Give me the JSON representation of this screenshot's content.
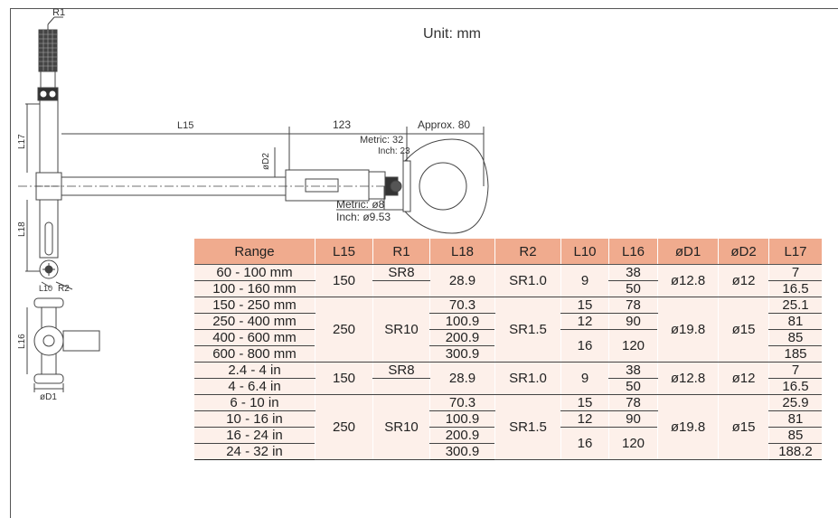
{
  "unit_label": "Unit: mm",
  "drawing": {
    "labels": {
      "r1": "R1",
      "r2": "R2",
      "l15": "L15",
      "l17": "L17",
      "l18": "L18",
      "l16": "L16",
      "l10": "L10",
      "d1": "øD1",
      "d2": "øD2",
      "dim_123": "123",
      "approx_80": "Approx. 80",
      "metric_32": "Metric: 32",
      "inch_23": "Inch: 23",
      "metric_d8": "Metric: ø8",
      "inch_d953": "Inch: ø9.53"
    }
  },
  "table": {
    "headers": [
      "Range",
      "L15",
      "R1",
      "L18",
      "R2",
      "L10",
      "L16",
      "øD1",
      "øD2",
      "L17"
    ],
    "rows": [
      {
        "range": "60 - 100 mm",
        "l15": "150",
        "r1": "SR8",
        "l18": "28.9",
        "r2": "SR1.0",
        "l10": "9",
        "l16": "38",
        "d1": "ø12.8",
        "d2": "ø12",
        "l17": "7"
      },
      {
        "range": "100 - 160 mm",
        "l16": "50",
        "l17": "16.5"
      },
      {
        "range": "150 - 250 mm",
        "l15": "250",
        "r1": "SR10",
        "l18": "70.3",
        "r2": "SR1.5",
        "l10": "15",
        "l16": "78",
        "d1": "ø19.8",
        "d2": "ø15",
        "l17": "25.1"
      },
      {
        "range": "250 - 400 mm",
        "l18": "100.9",
        "l10": "12",
        "l16": "90",
        "l17": "81"
      },
      {
        "range": "400 - 600 mm",
        "l18": "200.9",
        "l10": "16",
        "l16": "120",
        "l17": "85"
      },
      {
        "range": "600 - 800 mm",
        "l18": "300.9",
        "l17": "185"
      },
      {
        "range": "2.4 - 4 in",
        "l15": "150",
        "r1": "SR8",
        "l18": "28.9",
        "r2": "SR1.0",
        "l10": "9",
        "l16": "38",
        "d1": "ø12.8",
        "d2": "ø12",
        "l17": "7"
      },
      {
        "range": "4 - 6.4 in",
        "l16": "50",
        "l17": "16.5"
      },
      {
        "range": "6 - 10 in",
        "l15": "250",
        "r1": "SR10",
        "l18": "70.3",
        "r2": "SR1.5",
        "l10": "15",
        "l16": "78",
        "d1": "ø19.8",
        "d2": "ø15",
        "l17": "25.9"
      },
      {
        "range": "10 - 16 in",
        "l18": "100.9",
        "l10": "12",
        "l16": "90",
        "l17": "81"
      },
      {
        "range": "16 - 24 in",
        "l18": "200.9",
        "l10": "16",
        "l16": "120",
        "l17": "85"
      },
      {
        "range": "24 - 32 in",
        "l18": "300.9",
        "l17": "188.2"
      }
    ]
  }
}
